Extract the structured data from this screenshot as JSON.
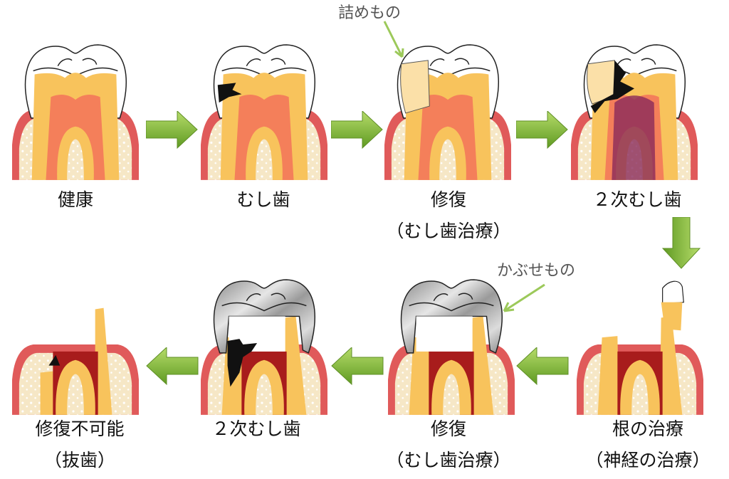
{
  "title": "むし歯の進行と治療",
  "stages": [
    {
      "label": "健康",
      "sub": ""
    },
    {
      "label": "むし歯",
      "sub": ""
    },
    {
      "label": "修復",
      "sub": "（むし歯治療）"
    },
    {
      "label": "２次むし歯",
      "sub": ""
    },
    {
      "label": "根の治療",
      "sub": "（神経の治療）"
    },
    {
      "label": "修復",
      "sub": "（むし歯治療）"
    },
    {
      "label": "２次むし歯",
      "sub": ""
    },
    {
      "label": "修復不可能",
      "sub": "（抜歯）"
    }
  ],
  "annotations": {
    "filling": "詰めもの",
    "crown": "かぶせもの"
  },
  "colors": {
    "arrow": "#7fb03a",
    "gum": "#e05a5a",
    "dentin": "#f8c35c",
    "pulp": "#f47f5a",
    "decay": "#111111",
    "pulp_treated": "#a81c1c"
  }
}
